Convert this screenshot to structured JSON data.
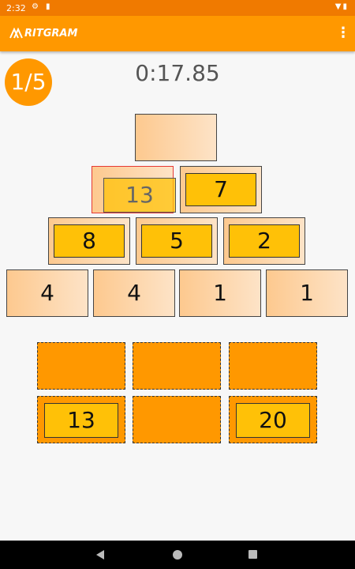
{
  "status_bar": {
    "time": "2:32",
    "icons_left": [
      "gear-icon",
      "sd-card-icon"
    ],
    "icons_right": [
      "wifi-icon",
      "battery-icon"
    ]
  },
  "app_bar": {
    "title": "RITGRAM",
    "menu_icon": "more-vert-icon",
    "color": "#ff9800"
  },
  "game": {
    "level_counter": "1/5",
    "timer": "0:17.85",
    "pyramid": {
      "row1": [
        ""
      ],
      "row2": [
        "",
        "7"
      ],
      "row3": [
        "8",
        "5",
        "2"
      ],
      "row4": [
        "4",
        "4",
        "1",
        "1"
      ]
    },
    "dragging_tile": "13",
    "slots": {
      "row1": [
        "",
        "",
        ""
      ],
      "row2": [
        "13",
        "",
        "20"
      ]
    }
  },
  "colors": {
    "accent": "#ff9800",
    "tile": "#ffc107",
    "selected_border": "#e53935"
  },
  "nav_bar": {
    "buttons": [
      "back-icon",
      "home-icon",
      "recents-icon"
    ]
  }
}
